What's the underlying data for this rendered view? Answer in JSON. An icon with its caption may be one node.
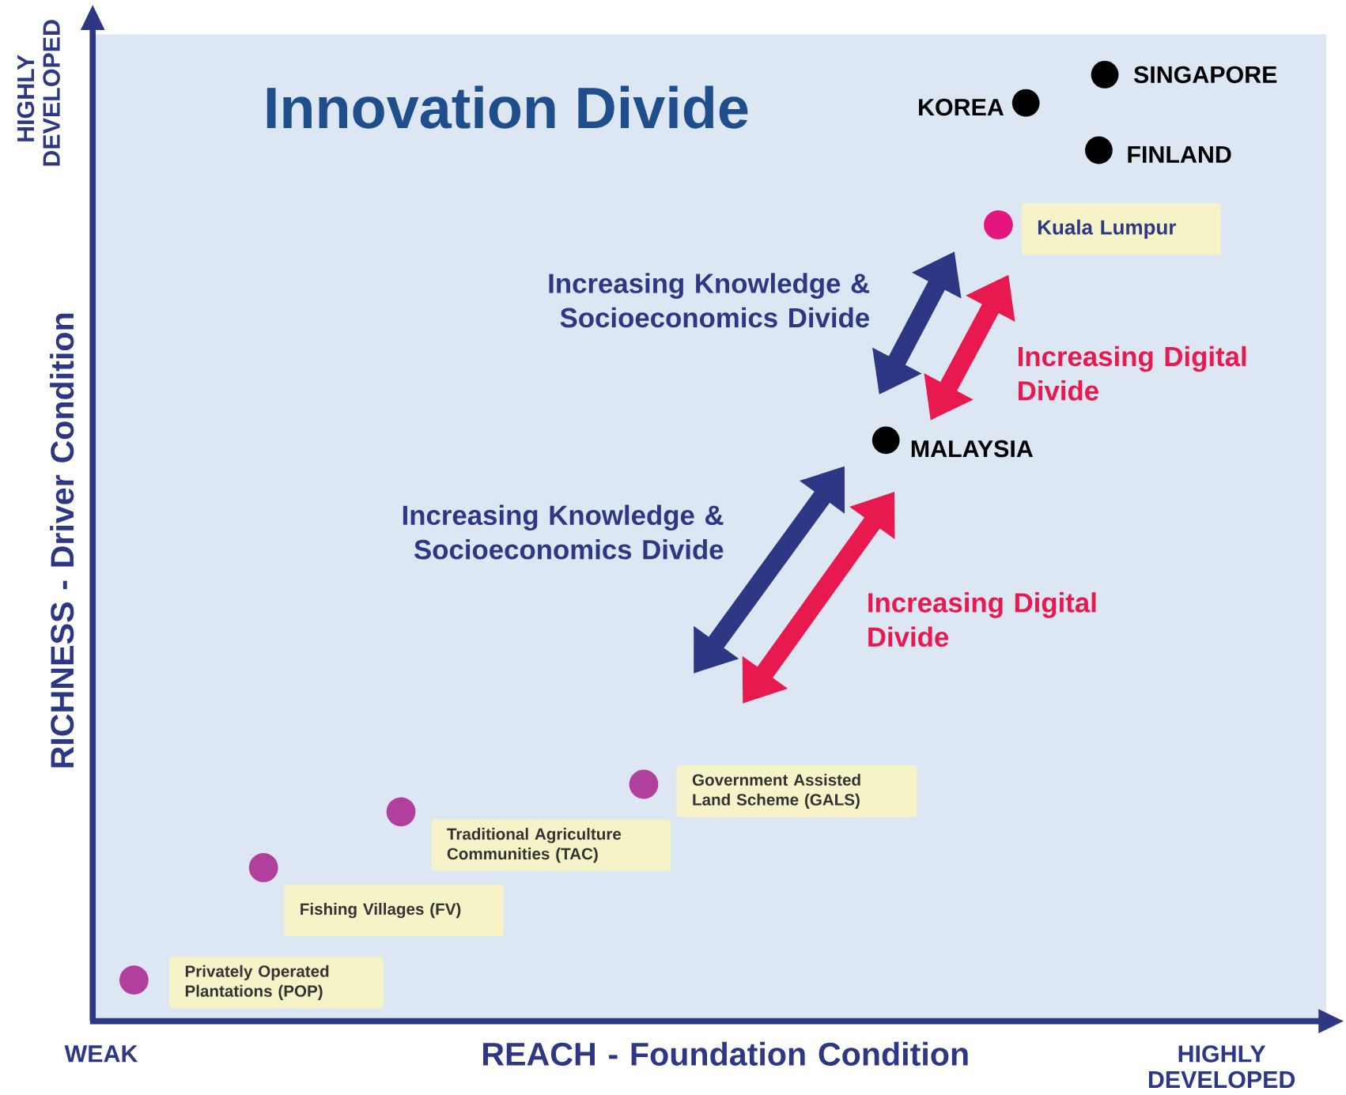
{
  "diagram": {
    "title": "Innovation Divide",
    "nodes": [
      {
        "text": [
          "SINGAPORE"
        ]
      },
      {
        "text": [
          "KOREA"
        ]
      },
      {
        "text": [
          "FINLAND"
        ]
      },
      {
        "text": [
          "Kuala Lumpur"
        ]
      },
      {
        "text": [
          "MALAYSIA"
        ]
      },
      {
        "text": [
          "Government Assisted Land Scheme (GALS)"
        ]
      },
      {
        "text": [
          "Traditional Agriculture Communities (TAC)"
        ]
      },
      {
        "text": [
          "Fishing Villages (FV)"
        ]
      },
      {
        "text": [
          "Privately Operated Plantations (POP)"
        ]
      }
    ],
    "edges": [
      {
        "from": 4,
        "to": 3,
        "arrow": "both",
        "label": "Increasing Knowledge & Socioeconomics Divide",
        "color": "#2e3784"
      },
      {
        "from": 4,
        "to": 3,
        "arrow": "both",
        "label": "Increasing Digital Divide",
        "color": "#e8194f"
      },
      {
        "from": null,
        "to": 4,
        "arrow": "both",
        "label": "Increasing Knowledge & Socioeconomics Divide",
        "color": "#2e3784"
      },
      {
        "from": null,
        "to": 4,
        "arrow": "both",
        "label": "Increasing Digital Divide",
        "color": "#e8194f"
      }
    ],
    "labels": [
      "HIGHLY DEVELOPED",
      "RICHNESS - Driver Condition",
      "WEAK",
      "REACH - Foundation Condition",
      "HIGHLY DEVELOPED"
    ]
  }
}
